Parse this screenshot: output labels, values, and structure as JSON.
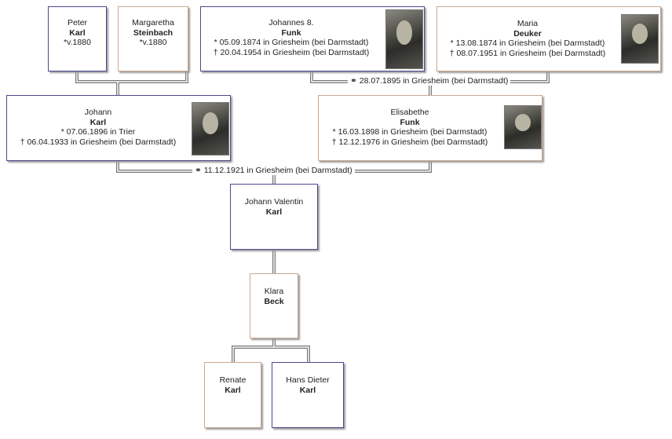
{
  "persons": {
    "peter": {
      "given": "Peter",
      "surname": "Karl",
      "birth": "v.1880"
    },
    "margaretha": {
      "given": "Margaretha",
      "surname": "Steinbach",
      "birth": "v.1880"
    },
    "johannes": {
      "given": "Johannes 8.",
      "surname": "Funk",
      "birth": "05.09.1874 in Griesheim (bei Darmstadt)",
      "death": "20.04.1954 in Griesheim (bei Darmstadt)"
    },
    "maria": {
      "given": "Maria",
      "surname": "Deuker",
      "birth": "13.08.1874 in Griesheim (bei Darmstadt)",
      "death": "08.07.1951 in Griesheim (bei Darmstadt)"
    },
    "johann": {
      "given": "Johann",
      "surname": "Karl",
      "birth": "07.06.1896 in Trier",
      "death": "06.04.1933 in Griesheim (bei Darmstadt)"
    },
    "elisabethe": {
      "given": "Elisabethe",
      "surname": "Funk",
      "birth": "16.03.1898 in Griesheim (bei Darmstadt)",
      "death": "12.12.1976 in Griesheim (bei Darmstadt)"
    },
    "johann_valentin": {
      "given": "Johann Valentin",
      "surname": "Karl"
    },
    "klara": {
      "given": "Klara",
      "surname": "Beck"
    },
    "renate": {
      "given": "Renate",
      "surname": "Karl"
    },
    "hans_dieter": {
      "given": "Hans Dieter",
      "surname": "Karl"
    }
  },
  "symbols": {
    "birth": "*",
    "death": "†",
    "marriage": "⚭"
  },
  "marriages": {
    "funk_deuker": "28.07.1895 in Griesheim (bei Darmstadt)",
    "karl_funk": "11.12.1921 in Griesheim (bei Darmstadt)"
  },
  "colors": {
    "male_border": "#4a4a90",
    "female_border": "#c9a890",
    "connector": "#777777"
  }
}
